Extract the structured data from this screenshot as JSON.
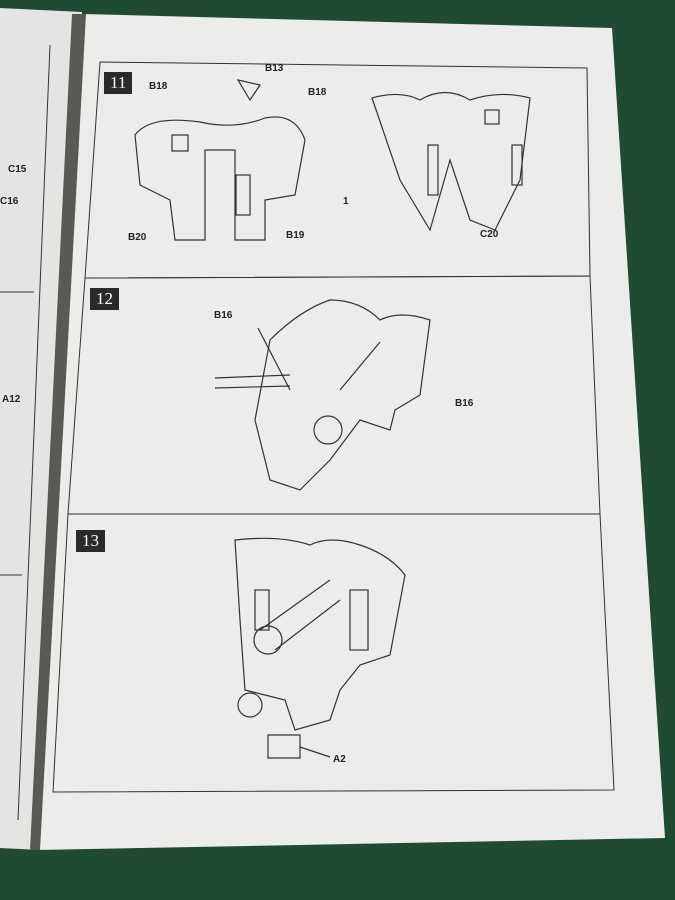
{
  "left_page": {
    "labels": [
      "C15",
      "C16",
      "A12"
    ]
  },
  "steps": [
    {
      "number": "11",
      "labels": [
        "B13",
        "B18",
        "B18",
        "1",
        "B20",
        "B19",
        "C20"
      ]
    },
    {
      "number": "12",
      "labels": [
        "B16",
        "B16"
      ]
    },
    {
      "number": "13",
      "labels": [
        "A2"
      ]
    }
  ],
  "colors": {
    "table": "#1f4a33",
    "paper": "#ececea",
    "ink": "#2a2a2a"
  }
}
